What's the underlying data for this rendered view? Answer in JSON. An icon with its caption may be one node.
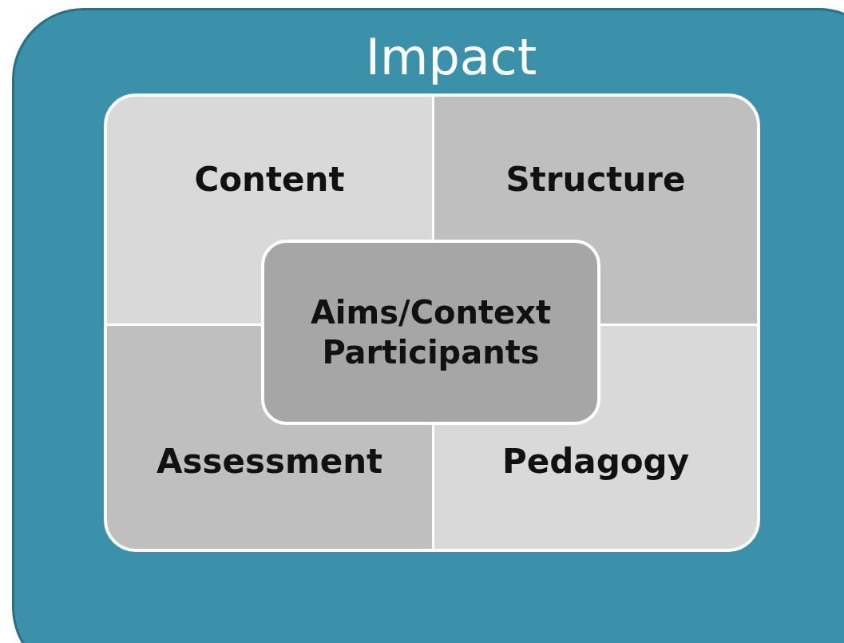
{
  "diagram": {
    "nodes": [
      {
        "text": [
          "Impact"
        ]
      },
      {
        "text": [],
        "shape": "box",
        "in": 0
      },
      {
        "text": [
          "Content"
        ],
        "in": 1
      },
      {
        "text": [
          "Structure"
        ],
        "in": 1
      },
      {
        "text": [
          "Aims/Context Participants"
        ],
        "in": 1
      },
      {
        "text": [
          "Assessment"
        ],
        "in": 1
      },
      {
        "text": [
          "Pedagogy"
        ],
        "in": 1
      }
    ]
  }
}
